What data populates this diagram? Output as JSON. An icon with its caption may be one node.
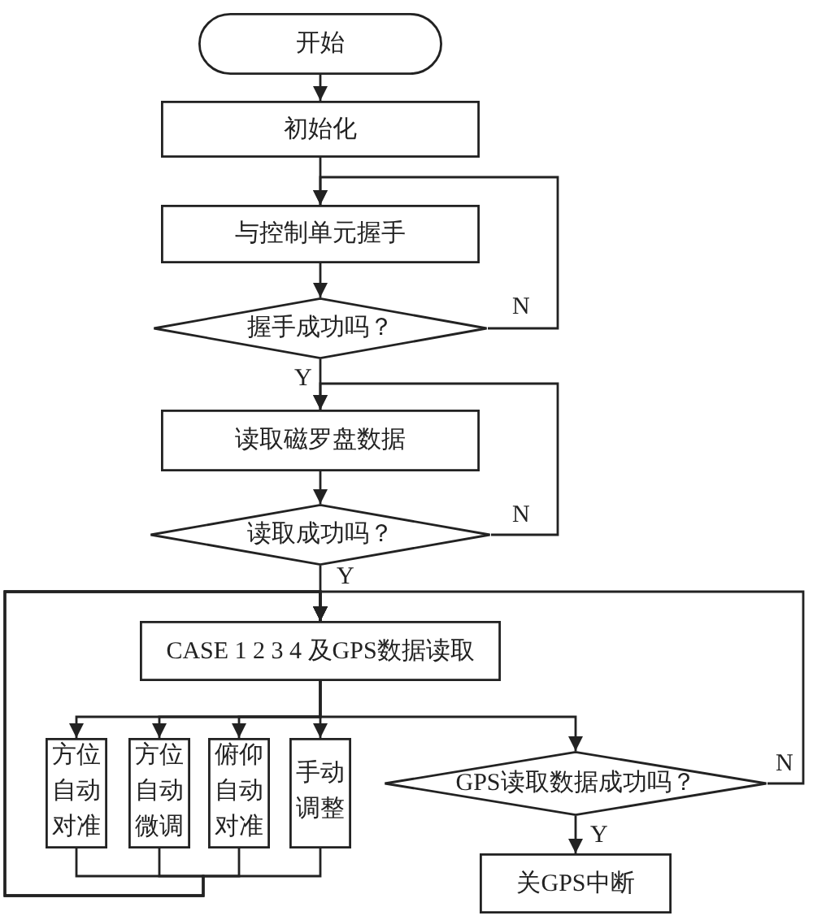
{
  "diagram": {
    "nodes": [
      {
        "text": [
          "开始"
        ]
      },
      {
        "text": [
          "初始化"
        ]
      },
      {
        "text": [
          "与控制单元握手"
        ]
      },
      {
        "text": [
          "握手成功吗？"
        ]
      },
      {
        "text": [
          "读取磁罗盘数据"
        ]
      },
      {
        "text": [
          "读取成功吗？"
        ]
      },
      {
        "text": [
          "CASE 1 2 3 4 及GPS数据读取"
        ]
      },
      {
        "text": [
          "方位自动对准"
        ]
      },
      {
        "text": [
          "方位自动微调"
        ]
      },
      {
        "text": [
          "俯仰自动对准"
        ]
      },
      {
        "text": [
          "手动调整"
        ]
      },
      {
        "text": [
          "GPS读取数据成功吗？"
        ]
      },
      {
        "text": [
          "关GPS中断"
        ]
      }
    ],
    "edges": [
      {
        "from": 0,
        "to": 1,
        "arrow": "to"
      },
      {
        "from": 1,
        "to": 2,
        "arrow": "to"
      },
      {
        "from": 2,
        "to": 3,
        "arrow": "to"
      },
      {
        "from": 3,
        "to": 2,
        "arrow": "to",
        "label": "N"
      },
      {
        "from": 3,
        "to": 4,
        "arrow": "to",
        "label": "Y"
      },
      {
        "from": 4,
        "to": 5,
        "arrow": "to"
      },
      {
        "from": 5,
        "to": 4,
        "arrow": "to",
        "label": "N"
      },
      {
        "from": 5,
        "to": 6,
        "arrow": "to",
        "label": "Y"
      },
      {
        "from": 6,
        "to": 7,
        "arrow": "to"
      },
      {
        "from": 6,
        "to": 8,
        "arrow": "to"
      },
      {
        "from": 6,
        "to": 9,
        "arrow": "to"
      },
      {
        "from": 6,
        "to": 10,
        "arrow": "to"
      },
      {
        "from": 6,
        "to": 11,
        "arrow": "to"
      },
      {
        "from": 7,
        "to": 6,
        "arrow": "to"
      },
      {
        "from": 8,
        "to": 6,
        "arrow": "to"
      },
      {
        "from": 9,
        "to": 6,
        "arrow": "to"
      },
      {
        "from": 10,
        "to": 6,
        "arrow": "to"
      },
      {
        "from": 11,
        "to": 6,
        "arrow": "to",
        "label": "N"
      },
      {
        "from": 11,
        "to": 12,
        "arrow": "to",
        "label": "Y"
      }
    ]
  }
}
